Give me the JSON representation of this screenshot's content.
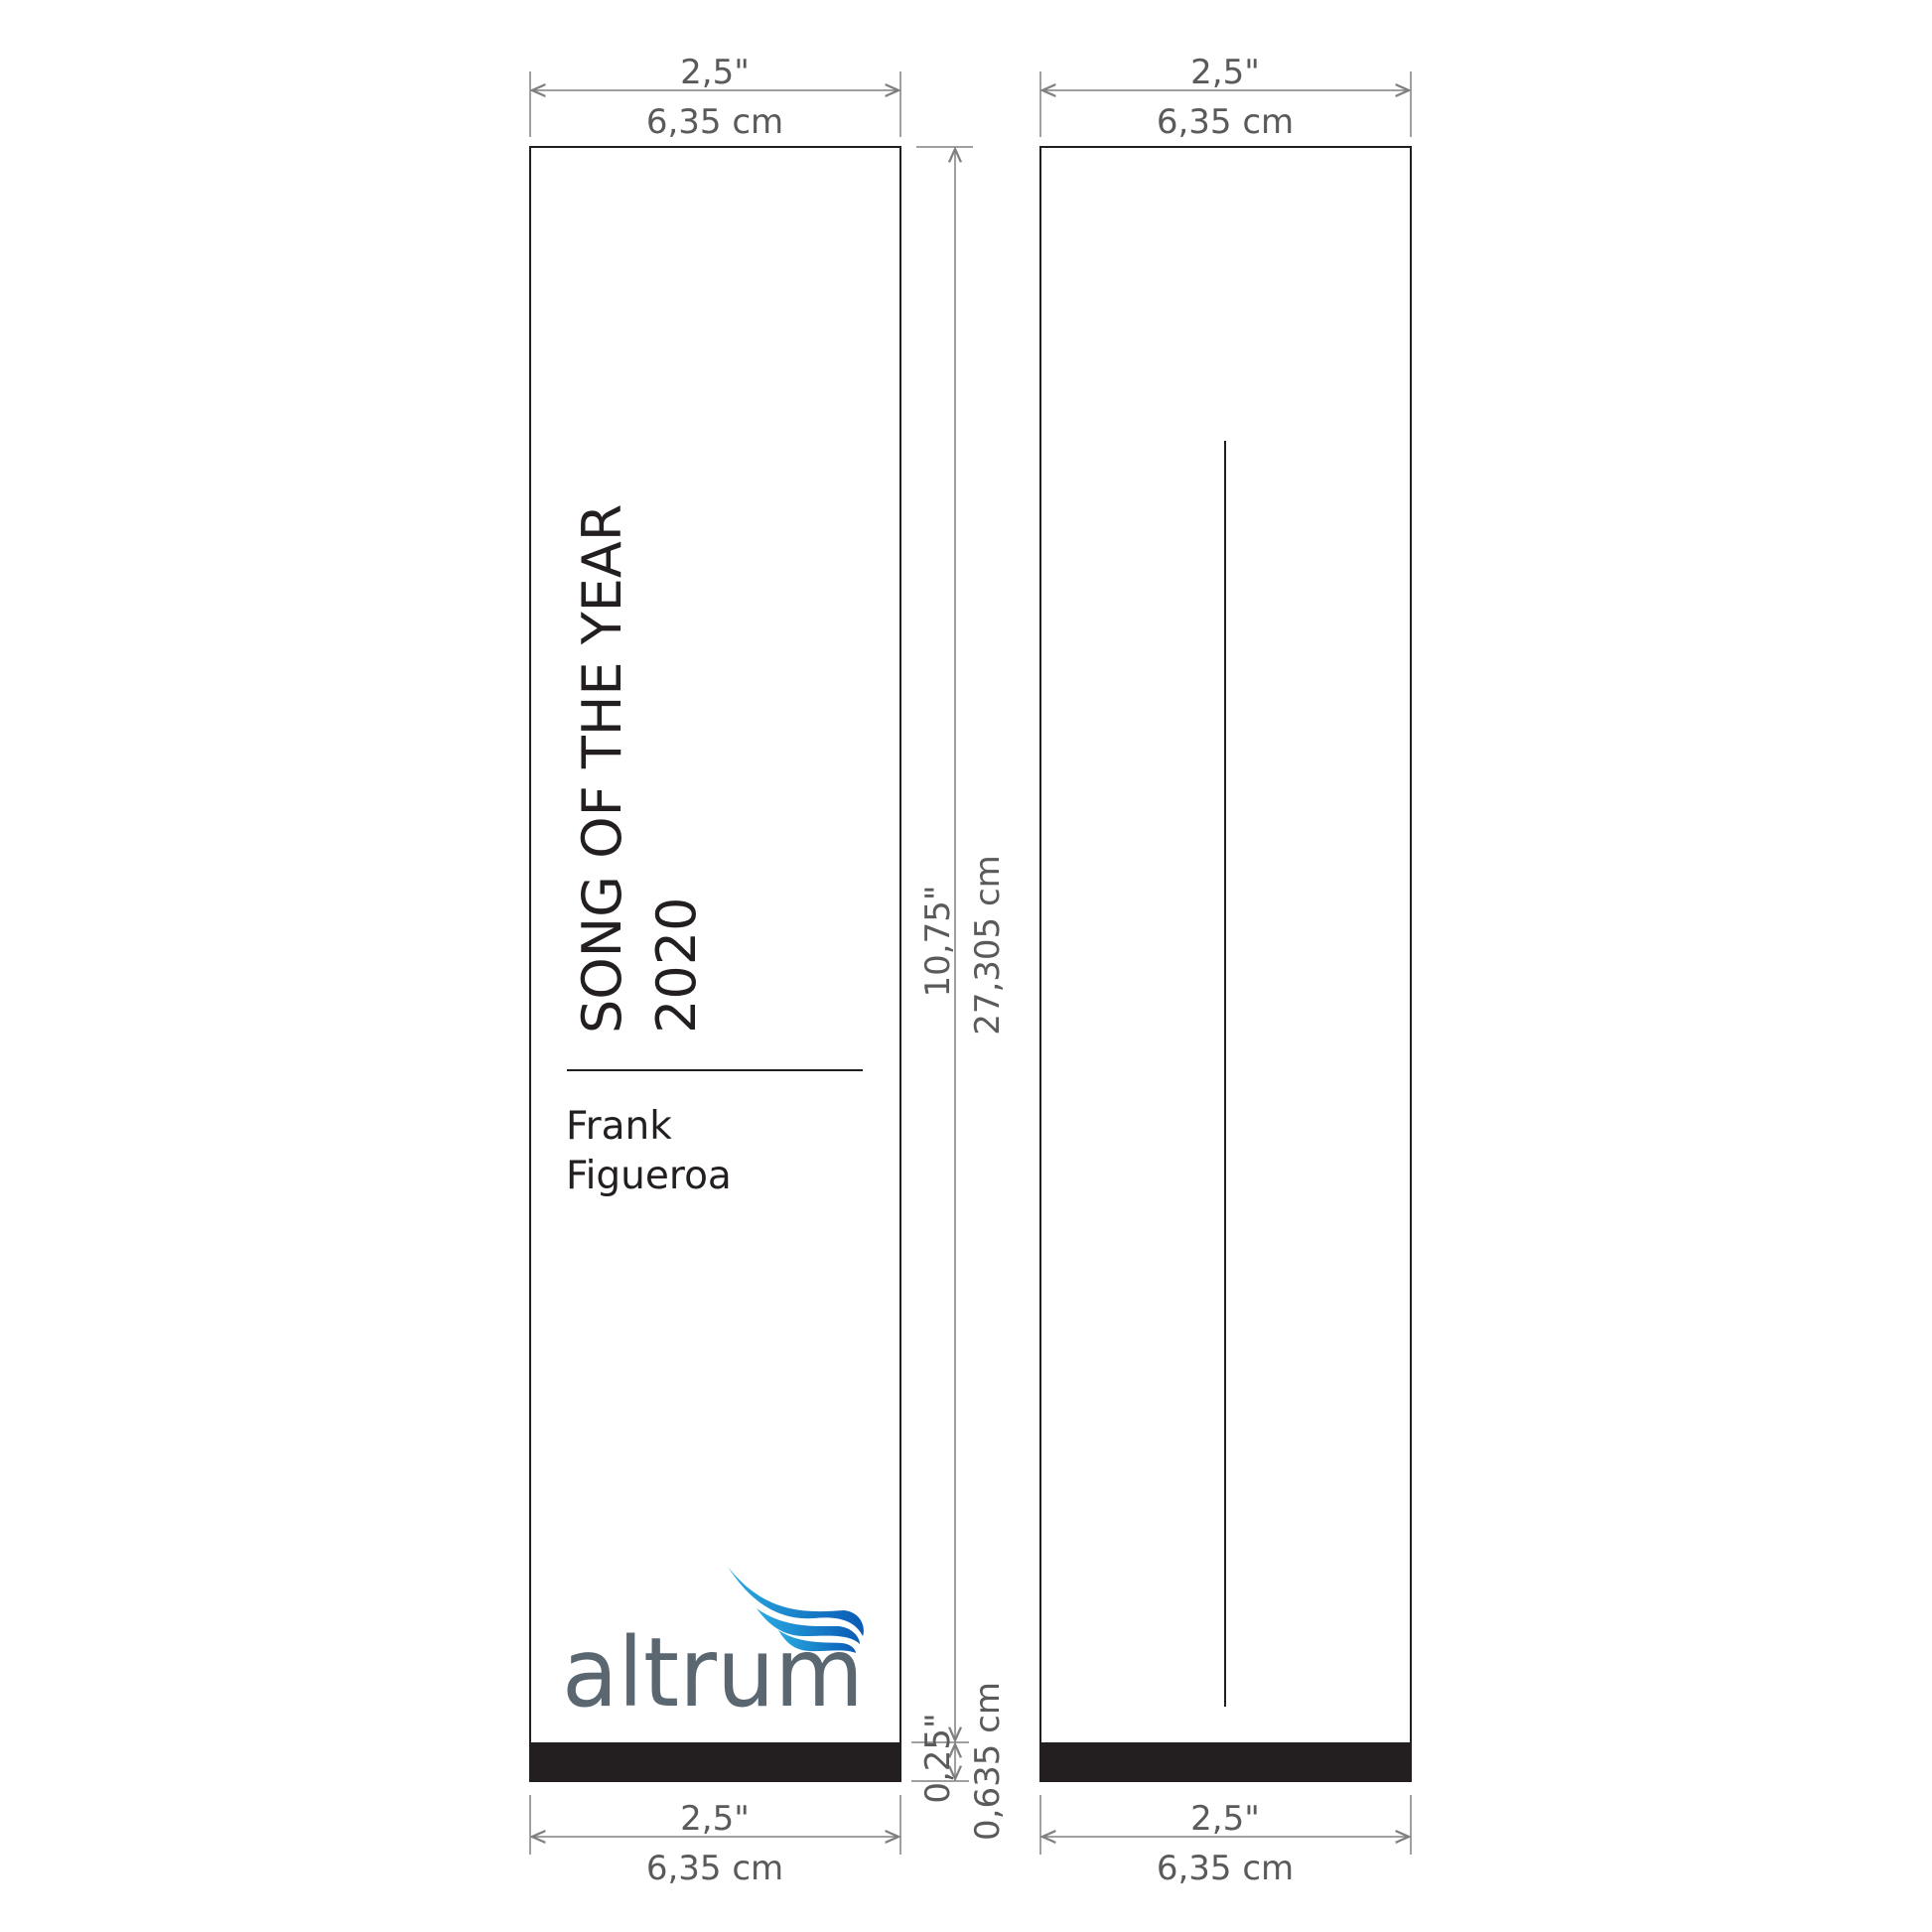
{
  "front_panel": {
    "title": "SONG OF THE YEAR",
    "year": "2020",
    "name_line1": "Frank",
    "name_line2": "Figueroa",
    "logo_text": "altrum"
  },
  "dimensions": {
    "width_in": "2,5\"",
    "width_cm": "6,35 cm",
    "height_in": "10,75\"",
    "height_cm": "27,305 cm",
    "band_in": "0,25\"",
    "band_cm": "0,635 cm"
  },
  "colors": {
    "band": "#231f20",
    "logo_text": "#5a6771",
    "logo_wave_light": "#29abe2",
    "logo_wave_dark": "#0a5bb5",
    "dimension": "#808080"
  }
}
